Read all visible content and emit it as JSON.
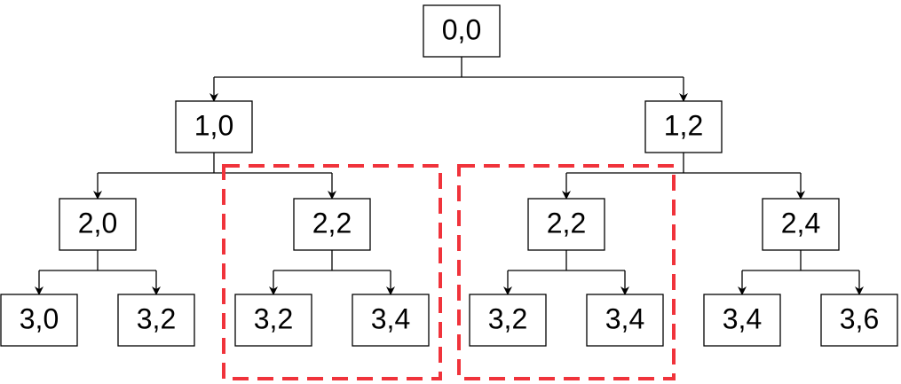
{
  "diagram": {
    "type": "tree",
    "nodes": [
      {
        "id": "n00",
        "label": "0,0"
      },
      {
        "id": "n10",
        "label": "1,0"
      },
      {
        "id": "n12",
        "label": "1,2"
      },
      {
        "id": "n20",
        "label": "2,0"
      },
      {
        "id": "n22a",
        "label": "2,2"
      },
      {
        "id": "n22b",
        "label": "2,2"
      },
      {
        "id": "n24",
        "label": "2,4"
      },
      {
        "id": "n30",
        "label": "3,0"
      },
      {
        "id": "n32a",
        "label": "3,2"
      },
      {
        "id": "n32b",
        "label": "3,2"
      },
      {
        "id": "n34a",
        "label": "3,4"
      },
      {
        "id": "n32c",
        "label": "3,2"
      },
      {
        "id": "n34b",
        "label": "3,4"
      },
      {
        "id": "n34c",
        "label": "3,4"
      },
      {
        "id": "n36",
        "label": "3,6"
      }
    ],
    "edges": [
      {
        "from": "n00",
        "to": [
          "n10",
          "n12"
        ]
      },
      {
        "from": "n10",
        "to": [
          "n20",
          "n22a"
        ]
      },
      {
        "from": "n12",
        "to": [
          "n22b",
          "n24"
        ]
      },
      {
        "from": "n20",
        "to": [
          "n30",
          "n32a"
        ]
      },
      {
        "from": "n22a",
        "to": [
          "n32b",
          "n34a"
        ]
      },
      {
        "from": "n22b",
        "to": [
          "n32c",
          "n34b"
        ]
      },
      {
        "from": "n24",
        "to": [
          "n34c",
          "n36"
        ]
      }
    ],
    "highlights": [
      {
        "id": "left-subtree",
        "around": "n22a",
        "style": "dashed"
      },
      {
        "id": "right-subtree",
        "around": "n22b",
        "style": "dashed"
      }
    ],
    "colors": {
      "node_border": "#000000",
      "edge": "#000000",
      "highlight": "#f0333b",
      "background": "#ffffff"
    }
  }
}
